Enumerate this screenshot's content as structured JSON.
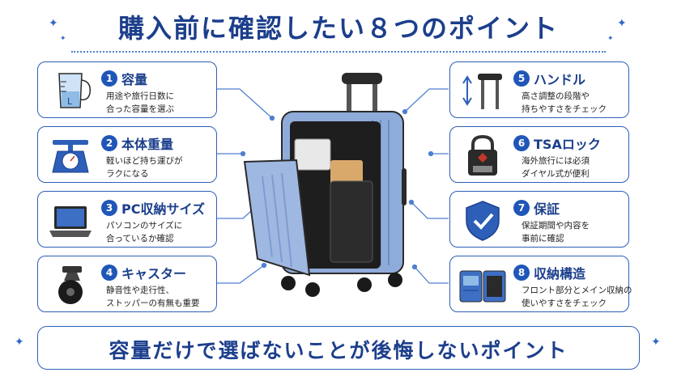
{
  "title": "購入前に確認したい８つのポイント",
  "points": [
    {
      "num": "1",
      "title": "容量",
      "desc1": "用途や旅行日数に",
      "desc2": "合った容量を選ぶ",
      "icon": "measuring-cup-icon"
    },
    {
      "num": "2",
      "title": "本体重量",
      "desc1": "軽いほど持ち運びが",
      "desc2": "ラクになる",
      "icon": "scale-icon"
    },
    {
      "num": "3",
      "title": "PC収納サイズ",
      "desc1": "パソコンのサイズに",
      "desc2": "合っているか確認",
      "icon": "laptop-icon"
    },
    {
      "num": "4",
      "title": "キャスター",
      "desc1": "静音性や走行性、",
      "desc2": "ストッパーの有無も重要",
      "icon": "caster-wheel-icon"
    },
    {
      "num": "5",
      "title": "ハンドル",
      "desc1": "高さ調整の段階や",
      "desc2": "持ちやすさをチェック",
      "icon": "telescopic-handle-icon"
    },
    {
      "num": "6",
      "title": "TSAロック",
      "desc1": "海外旅行には必須",
      "desc2": "ダイヤル式が便利",
      "icon": "tsa-padlock-icon"
    },
    {
      "num": "7",
      "title": "保証",
      "desc1": "保証期間や内容を",
      "desc2": "事前に確認",
      "icon": "shield-check-icon"
    },
    {
      "num": "8",
      "title": "収納構造",
      "desc1": "フロント部分とメイン収納の",
      "desc2": "使いやすさをチェック",
      "icon": "open-suitcase-icon"
    }
  ],
  "bottom_message": "容量だけで選ばないことが後悔しないポイント",
  "colors": {
    "accent": "#1c3f8c",
    "border": "#2d5fb8",
    "suitcase": "#8fabd9",
    "badge": "#1f56b8"
  }
}
